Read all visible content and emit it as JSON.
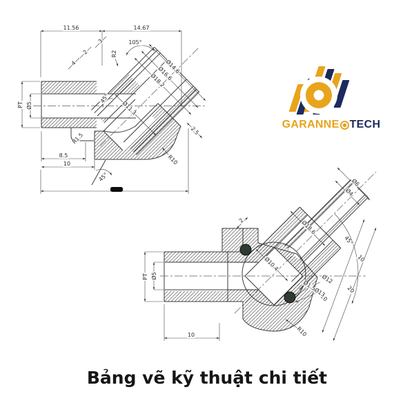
{
  "caption": {
    "text": "Bảng vẽ kỹ thuật chi tiết"
  },
  "logo": {
    "word_gold": "GARANNE",
    "word_navy": "TECH",
    "colors": {
      "gold": "#E8A41C",
      "navy": "#1D2A5E"
    }
  },
  "d1": {
    "w1": "11.56",
    "w2": "14.67",
    "a105": "105°",
    "s3": "3",
    "s2": "2",
    "s4": "4",
    "r2": "R2",
    "dia146": "Ø14.6",
    "dia166": "Ø16.6",
    "dia182": "Ø18.2",
    "dia113": "Ø11.3",
    "a45c": "45°",
    "pt": "PT",
    "dia5": "Ø5",
    "r15": "R1.5",
    "l85": "8.5",
    "l10": "10",
    "a45b": "45°",
    "r10": "R10",
    "l25": "2.5"
  },
  "d2": {
    "pt": "PT",
    "dia5": "Ø5",
    "l10": "10",
    "s2": "2",
    "dia186": "Ø18.6",
    "dia104": "Ø10.4",
    "a45": "45°",
    "dia6": "Ø6",
    "dia4": "Ø4",
    "l10a": "10",
    "l20": "20",
    "l10b": "10",
    "dia12": "Ø12",
    "dia1513": "Ø1.5Ø13",
    "r10": "R10"
  }
}
